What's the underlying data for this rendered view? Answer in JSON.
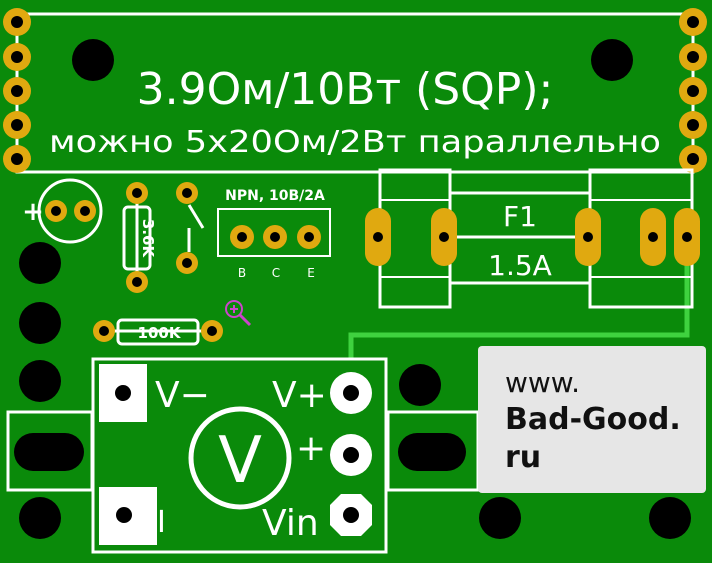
{
  "colors": {
    "board": "#0a8a0a",
    "silkscreen": "#ffffff",
    "pad": "#e0a910",
    "trace": "#3fd23f",
    "label_box": "#e6e6e6",
    "cursor": "#cc44cc"
  },
  "board": {
    "title_line1": "3.9Ом/10Вт (SQP);",
    "title_line2": "можно 5х20Ом/2Вт параллельно"
  },
  "components": {
    "transistor_label": "NPN, 10В/2А",
    "transistor_pins": [
      "B",
      "C",
      "E"
    ],
    "resistor_vertical": "3.6K",
    "resistor_horizontal": "100K",
    "cap_plus": "+",
    "fuse_ref": "F1",
    "fuse_value": "1.5A"
  },
  "voltmeter": {
    "v_minus": "V−",
    "v_plus": "V+",
    "plus": "+",
    "v_in": "Vin",
    "i_label": "I",
    "symbol": "V"
  },
  "website": {
    "line1": "www.",
    "line2": "Bad-Good.",
    "line3": "ru"
  },
  "icons": {
    "cursor": "magnifier-icon"
  }
}
